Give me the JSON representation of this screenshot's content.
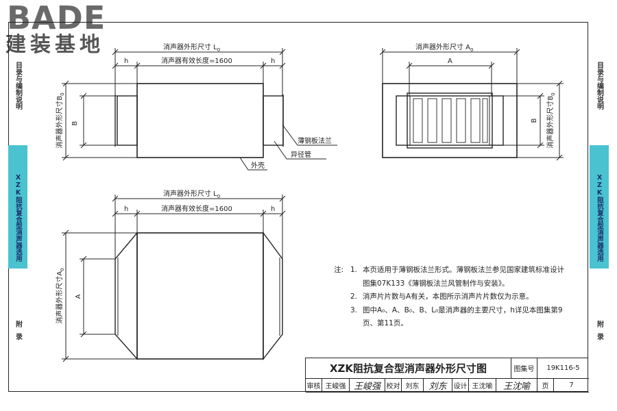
{
  "logo": {
    "brand": "BADE",
    "subtitle": "建装基地"
  },
  "side_tabs": {
    "left": [
      "目录与编制说明",
      "XZK阻抗复合型消声器选用",
      "附录"
    ],
    "right": [
      "目录与编制说明",
      "XZK阻抗复合型消声器选用",
      "附录"
    ],
    "active": "XZK阻抗复合型消声器选用"
  },
  "drawing": {
    "dim_outer_L": "消声器外形尺寸 L",
    "dim_outer_L_sub": "0",
    "dim_effective": "消声器有效长度=1600",
    "dim_h": "h",
    "dim_outer_A": "消声器外形尺寸 A",
    "dim_outer_A_sub": "0",
    "dim_A": "A",
    "dim_B": "B",
    "dim_outer_B": "消声器外形尺寸",
    "dim_outer_B_var": "B",
    "dim_outer_B_sub": "0",
    "dim_outer_A_side": "消声器外形尺寸",
    "dim_outer_A_side_var": "A",
    "dim_outer_A_side_sub": "0",
    "label_flange": "薄钢板法兰",
    "label_reducer": "异径管",
    "label_shell": "外壳"
  },
  "notes": {
    "label": "注:",
    "items": [
      {
        "num": "1.",
        "text": "本页适用于薄钢板法兰形式。薄钢板法兰参见国家建筑标准设计图集07K133《薄钢板法兰风管制作与安装》。"
      },
      {
        "num": "2.",
        "text": "消声片片数与A有关，本图所示消声片片数仅为示意。"
      },
      {
        "num": "3.",
        "text": "图中A₀、A、B₀、B、L₀是消声器的主要尺寸，h详见本图集第9页、第11页。"
      }
    ]
  },
  "title_block": {
    "title": "XZK阻抗复合型消声器外形尺寸图",
    "atlas_label": "图集号",
    "atlas_no": "19K116-5",
    "review_label": "审核",
    "review_name": "王峻强",
    "review_sign": "王峻强",
    "check_label": "校对",
    "check_name": "刘东",
    "check_sign": "刘东",
    "design_label": "设计",
    "design_name": "王沈喻",
    "design_sign": "王沈喻",
    "page_label": "页",
    "page_no": "7"
  }
}
